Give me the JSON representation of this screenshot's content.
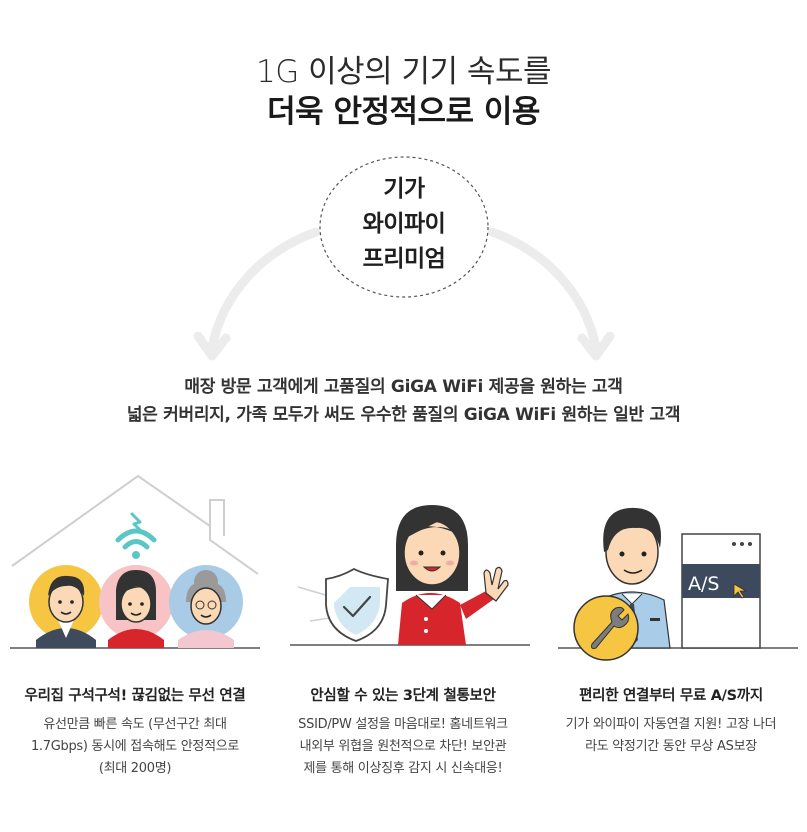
{
  "headline": {
    "line1": "1G 이상의 기기 속도를",
    "line2": "더욱 안정적으로 이용"
  },
  "circle": {
    "line1": "기가",
    "line2": "와이파이",
    "line3": "프리미엄"
  },
  "description": {
    "line1": "매장 방문 고객에게 고품질의 GiGA WiFi 제공을 원하는 고객",
    "line2": "넓은 커버리지, 가족 모두가 써도 우수한 품질의 GiGA WiFi 원하는 일반 고객"
  },
  "features": [
    {
      "title": "우리집 구석구석! 끊김없는 무선 연결",
      "lines": [
        "유선만큼 빠른 속도 (무선구간 최대",
        "1.7Gbps) 동시에 접속해도 안정적으로",
        "(최대 200명)"
      ]
    },
    {
      "title": "안심할 수 있는 3단계 철통보안",
      "lines": [
        "SSID/PW 설정을 마음대로! 홈네트워크",
        "내외부 위협을 원천적으로 차단! 보안관",
        "제를 통해 이상징후 감지 시 신속대응!"
      ]
    },
    {
      "title": "편리한 연결부터 무료 A/S까지",
      "lines": [
        "기가 와이파이 자동연결 지원! 고장 나더",
        "라도 약정기간 동안 무상 AS보장"
      ]
    }
  ],
  "screen_label": "A/S",
  "colors": {
    "wifi": "#5bc6c6",
    "red_shirt": "#d6262b",
    "blue_shirt": "#a9cde9",
    "yellow_circle": "#f6c643",
    "pink_circle": "#f7c3c5",
    "blue_circle": "#a9cbe6"
  }
}
